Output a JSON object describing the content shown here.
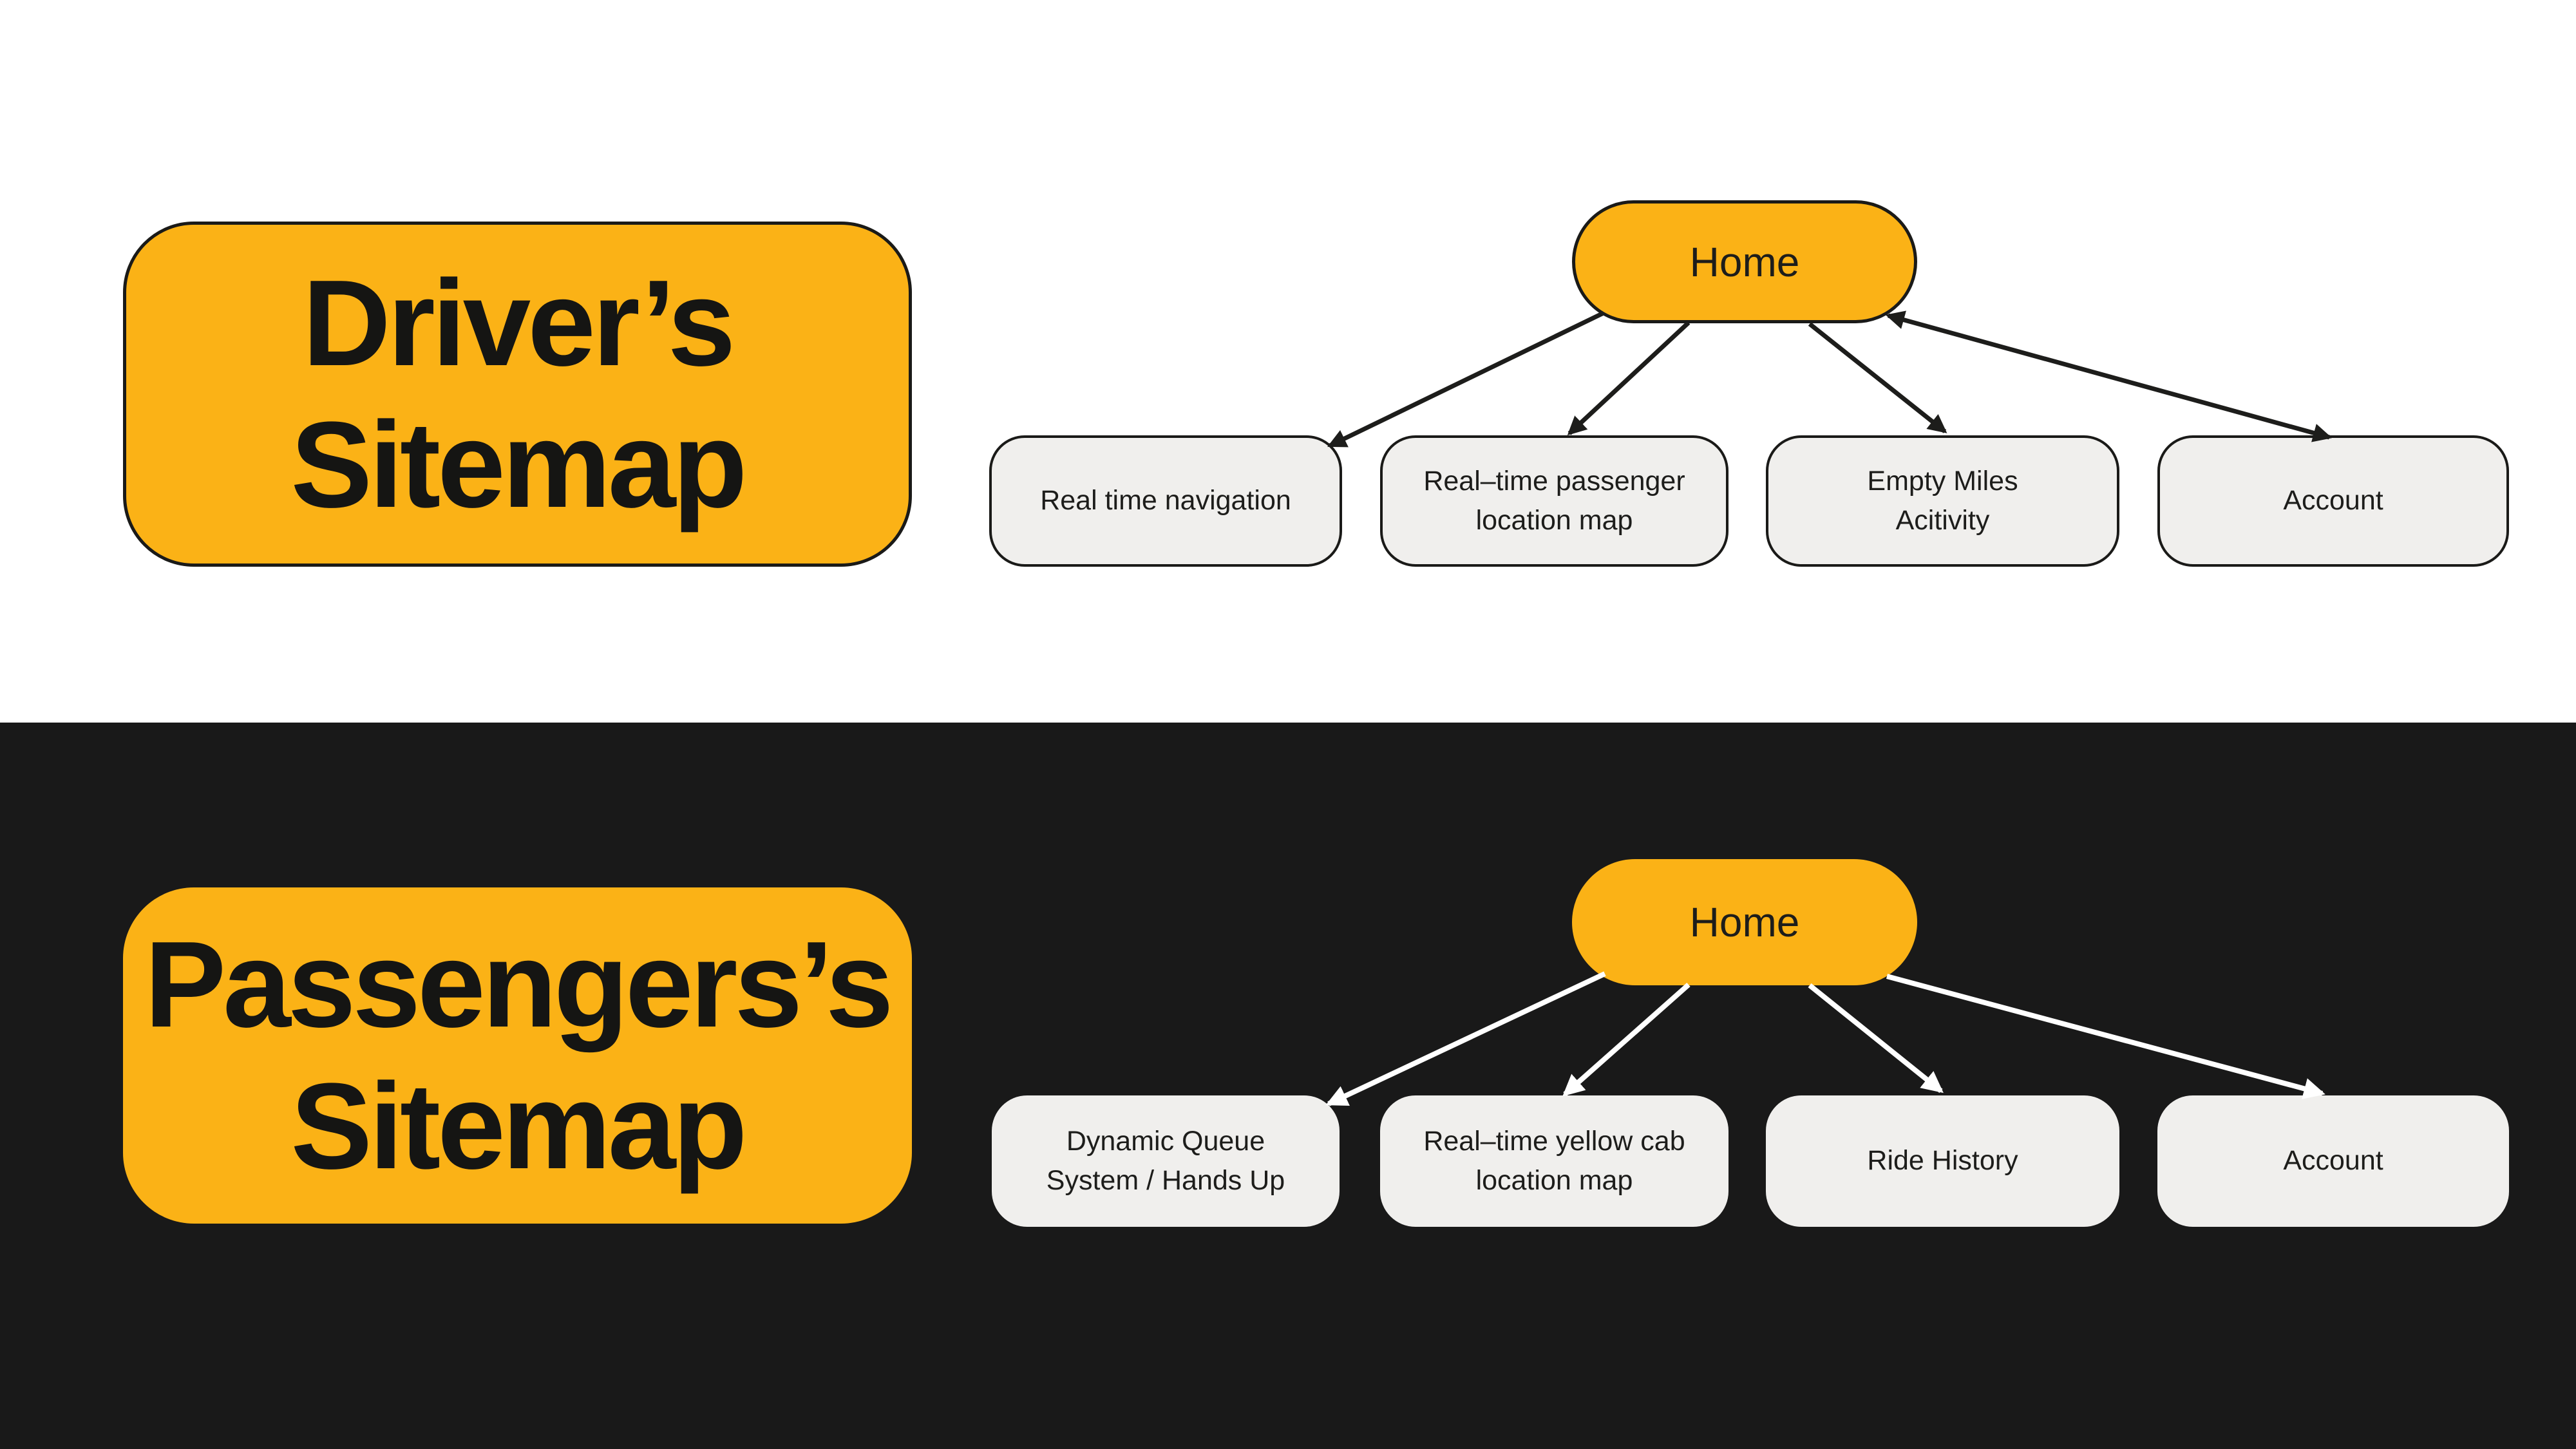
{
  "colors": {
    "accent_yellow": "#FBB216",
    "dark_background": "#191919",
    "light_node_fill": "#F0EFED",
    "driver_connector": "#1D1D1B",
    "passenger_connector": "#FFFFFF"
  },
  "sections": [
    {
      "title_line1": "Driver’s",
      "title_line2": "Sitemap",
      "root_label": "Home",
      "children": [
        "Real time navigation",
        "Real–time passenger\nlocation map",
        "Empty Miles\nAcitivity",
        "Account"
      ]
    },
    {
      "title_line1": "Passengers’s",
      "title_line2": "Sitemap",
      "root_label": "Home",
      "children": [
        "Dynamic Queue\nSystem / Hands Up",
        "Real–time yellow cab\nlocation map",
        "Ride History",
        "Account"
      ]
    }
  ]
}
